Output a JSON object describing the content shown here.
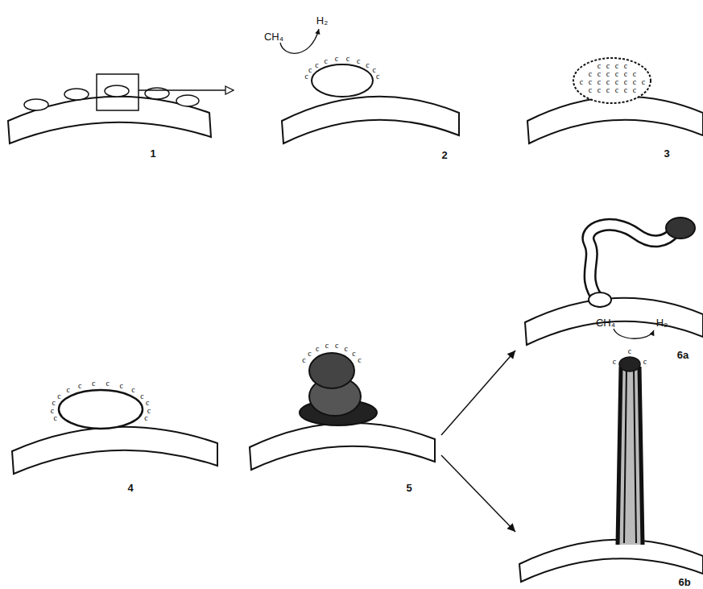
{
  "diagram": {
    "labels": [
      "1",
      "2",
      "3",
      "4",
      "5",
      "6a",
      "6b",
      "CH₄",
      "H₂",
      "CH₄",
      "H₂",
      "c",
      "c",
      "c",
      "c",
      "c",
      "c",
      "c",
      "c",
      "c",
      "c",
      "c",
      "c",
      "c",
      "c",
      "c",
      "c",
      "c",
      "c",
      "c",
      "c",
      "c",
      "c",
      "c",
      "c",
      "c",
      "c",
      "c",
      "c",
      "c",
      "c",
      "c",
      "c",
      "c",
      "c",
      "c",
      "c",
      "c",
      "c",
      "c",
      "c",
      "c",
      "c",
      "c",
      "c",
      "c",
      "c",
      "c",
      "c",
      "c",
      "c",
      "c",
      "c",
      "c",
      "c",
      "c",
      "c",
      "c",
      "c",
      "c"
    ]
  }
}
